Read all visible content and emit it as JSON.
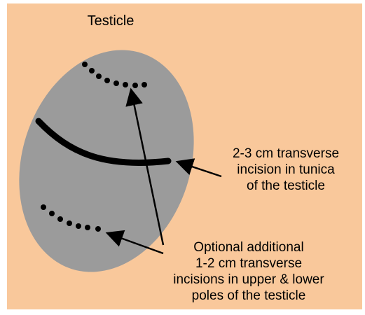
{
  "colors": {
    "background": "#f9c89b",
    "testicle_fill": "#9b9b9b",
    "ink": "#000000"
  },
  "title": "Testicle",
  "labels": {
    "transverse_incision": [
      "2-3 cm transverse",
      "incision in tunica",
      "of the testicle"
    ],
    "optional_incisions": [
      "Optional additional",
      "1-2 cm transverse",
      "incisions in upper & lower",
      "poles of the testicle"
    ]
  }
}
